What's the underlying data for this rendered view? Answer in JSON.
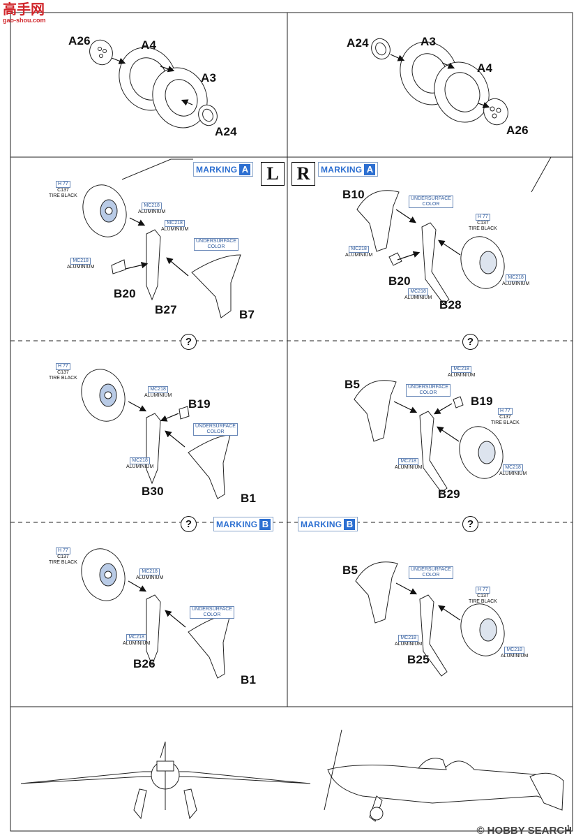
{
  "watermark_top": {
    "logo_text": "高手网",
    "url": "gao-shou.com"
  },
  "watermark_bottom": {
    "brand": "HOBBY SEARCH",
    "mark": "©"
  },
  "top_left": {
    "parts": {
      "a26": "A26",
      "a4": "A4",
      "a3": "A3",
      "a24": "A24"
    }
  },
  "top_right": {
    "parts": {
      "a24": "A24",
      "a3": "A3",
      "a4": "A4",
      "a26": "A26"
    }
  },
  "header": {
    "marking_label": "MARKING",
    "left_letter": "A",
    "right_letter": "A",
    "side_left": "L",
    "side_right": "R"
  },
  "marking_b": {
    "marking_label": "MARKING",
    "letter": "B"
  },
  "question_mark": "?",
  "colors": {
    "h77": "H 77",
    "c137": "C137",
    "tire_black": "TIRE BLACK",
    "mc218": "MC218",
    "aluminium": "ALUMINIUM",
    "undersurface_1": "UNDERSURFACE",
    "undersurface_2": "COLOR"
  },
  "step_a_left": {
    "parts": [
      "B20",
      "B27",
      "B7"
    ]
  },
  "step_a_right": {
    "parts": [
      "B10",
      "B20",
      "B28"
    ]
  },
  "step_mid_left": {
    "parts": [
      "B19",
      "B30",
      "B1"
    ]
  },
  "step_mid_right": {
    "parts": [
      "B5",
      "B19",
      "B29"
    ]
  },
  "step_b_left": {
    "parts": [
      "B26",
      "B1"
    ]
  },
  "step_b_right": {
    "parts": [
      "B5",
      "B25"
    ]
  },
  "page_mark": "1"
}
